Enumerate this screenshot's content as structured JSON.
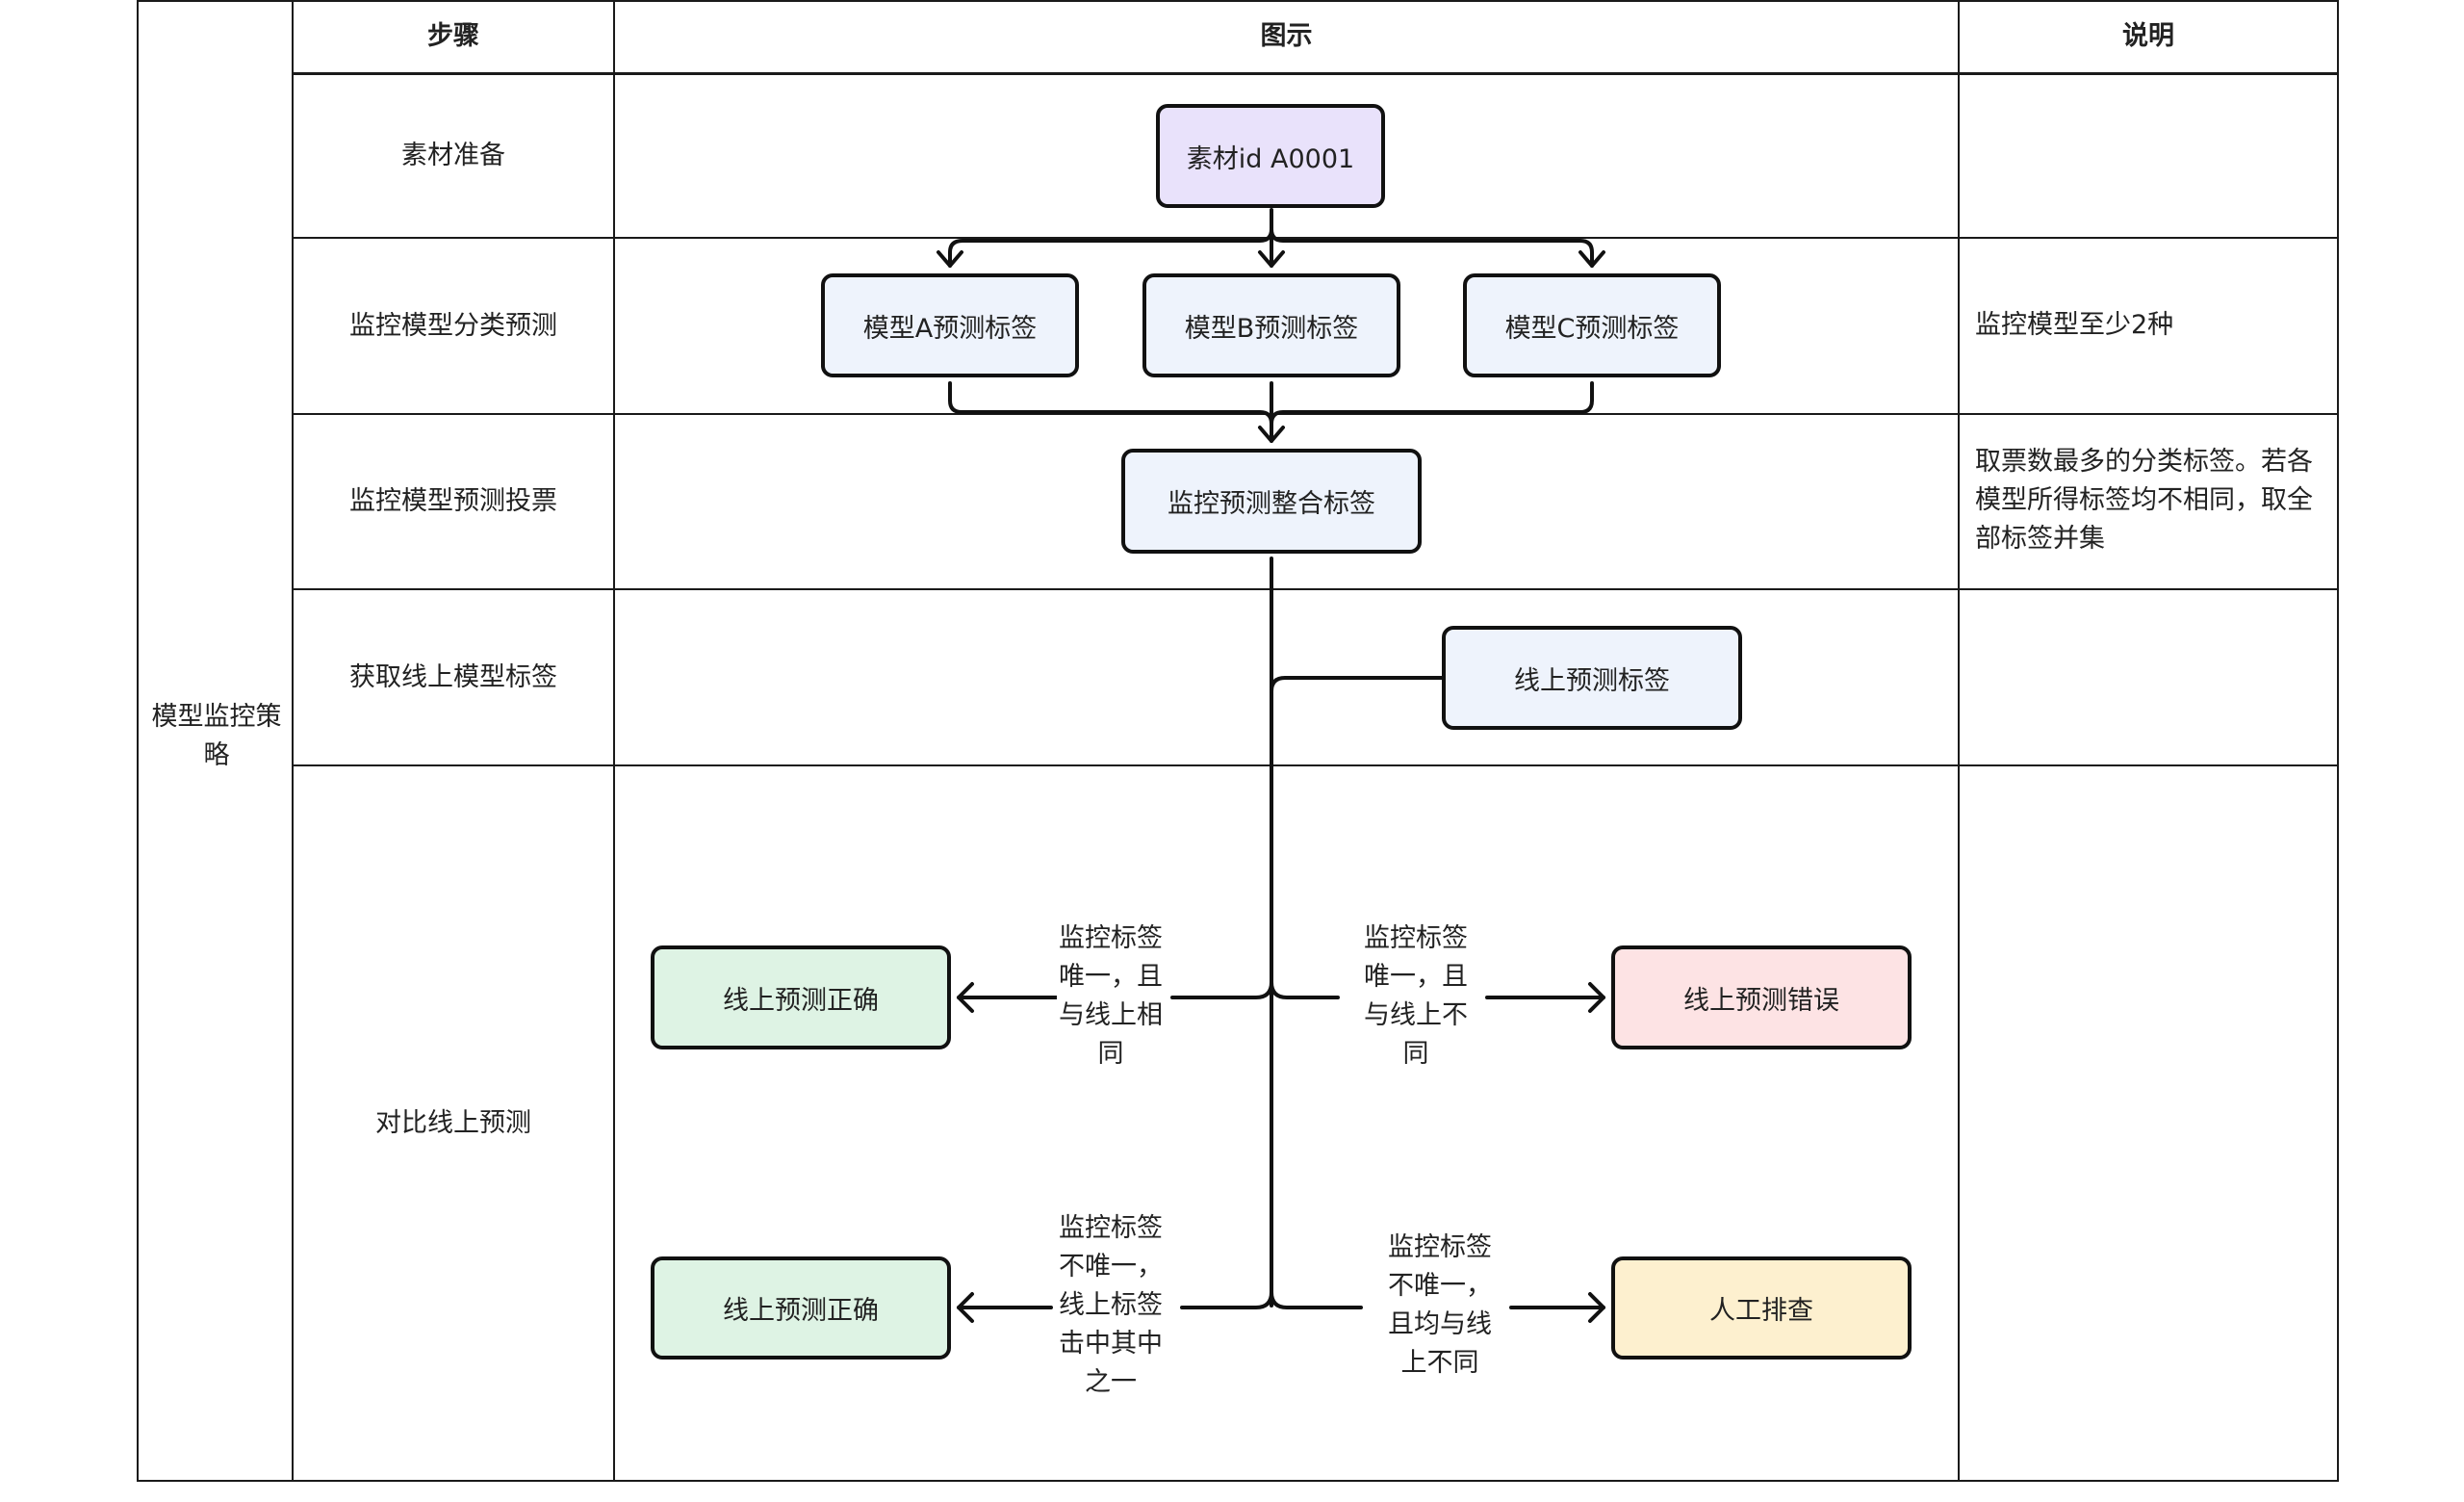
{
  "table": {
    "group_label": "模型监控策略",
    "headers": {
      "step": "步骤",
      "diagram": "图示",
      "description": "说明"
    },
    "rows": [
      {
        "step": "素材准备",
        "description": ""
      },
      {
        "step": "监控模型分类预测",
        "description": "监控模型至少2种"
      },
      {
        "step": "监控模型预测投票",
        "description": "取票数最多的分类标签。若各模型所得标签均不相同，取全部标签并集"
      },
      {
        "step": "获取线上模型标签",
        "description": ""
      },
      {
        "step": "对比线上预测",
        "description": ""
      }
    ]
  },
  "nodes": {
    "material": {
      "label": "素材id A0001",
      "color": "#e9e2fb"
    },
    "model_a": {
      "label": "模型A预测标签",
      "color": "#eef3fc"
    },
    "model_b": {
      "label": "模型B预测标签",
      "color": "#eef3fc"
    },
    "model_c": {
      "label": "模型C预测标签",
      "color": "#eef3fc"
    },
    "integrated": {
      "label": "监控预测整合标签",
      "color": "#eef3fc"
    },
    "online": {
      "label": "线上预测标签",
      "color": "#eef3fc"
    },
    "correct_1": {
      "label": "线上预测正确",
      "color": "#def3e4"
    },
    "error": {
      "label": "线上预测错误",
      "color": "#fde3e4"
    },
    "correct_2": {
      "label": "线上预测正确",
      "color": "#def3e4"
    },
    "manual": {
      "label": "人工排查",
      "color": "#fdf0cf"
    }
  },
  "edge_labels": {
    "unique_same": "监控标签唯一，且与线上相同",
    "unique_diff": "监控标签唯一，且与线上不同",
    "multi_hit": "监控标签不唯一，线上标签击中其中之一",
    "multi_miss": "监控标签不唯一，且均与线上不同"
  }
}
